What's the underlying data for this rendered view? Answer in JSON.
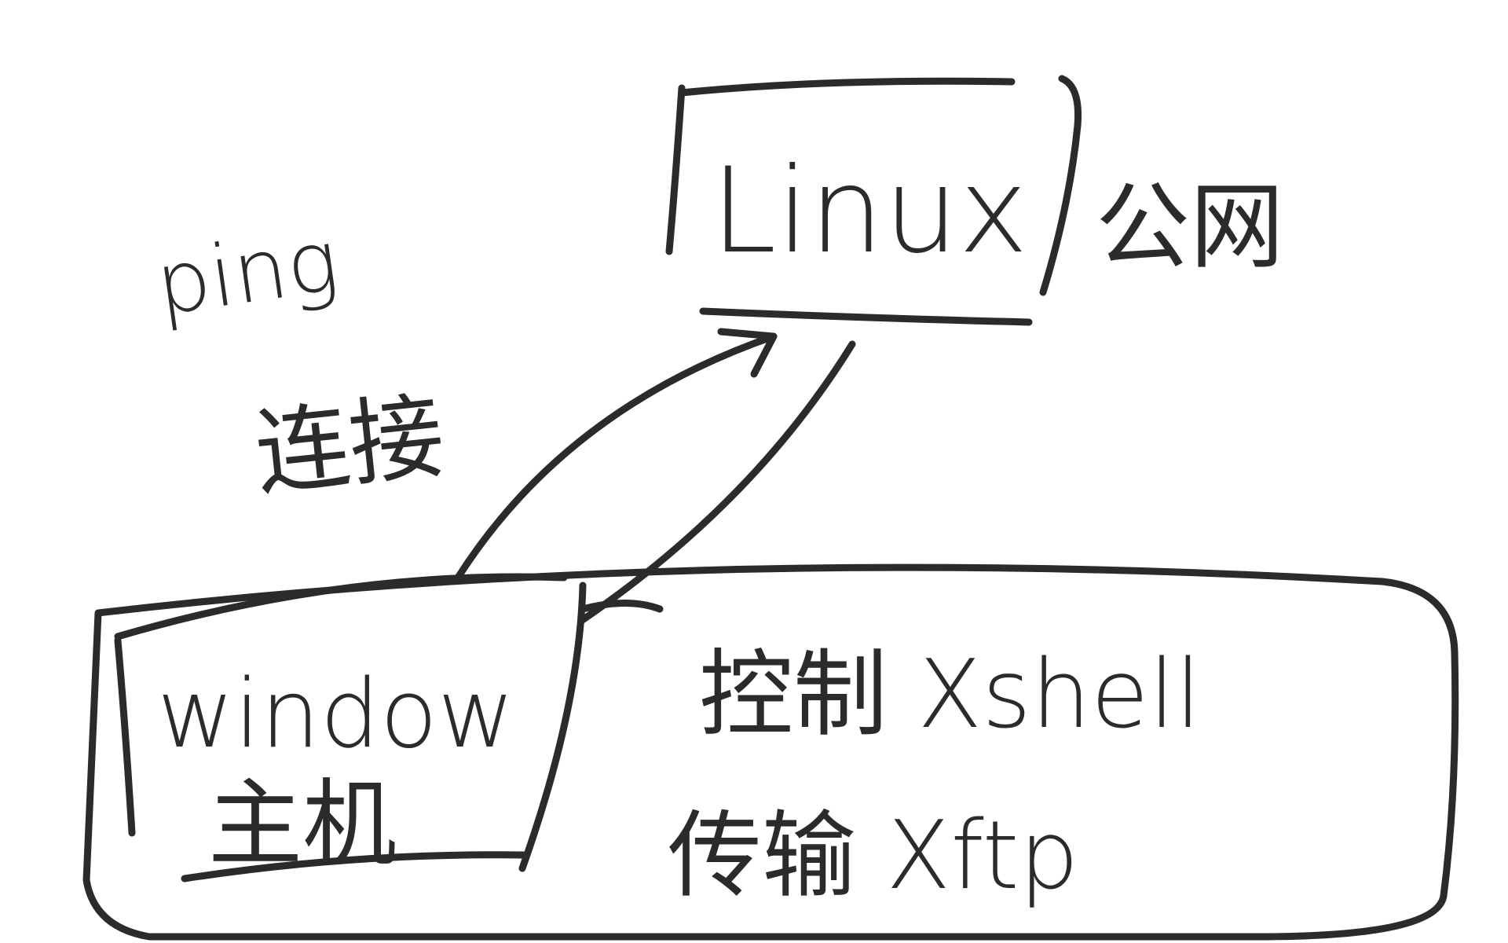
{
  "nodes": {
    "linux": {
      "label": "Linux",
      "note": "公网"
    },
    "windows": {
      "label": "window",
      "sublabel": "主机"
    }
  },
  "edge": {
    "label_top": "ping",
    "label_bottom": "连接"
  },
  "tools": {
    "control": "控制 Xshell",
    "transfer": "传输 Xftp"
  },
  "colors": {
    "ink": "#2b2b2b",
    "paper": "#ffffff"
  }
}
